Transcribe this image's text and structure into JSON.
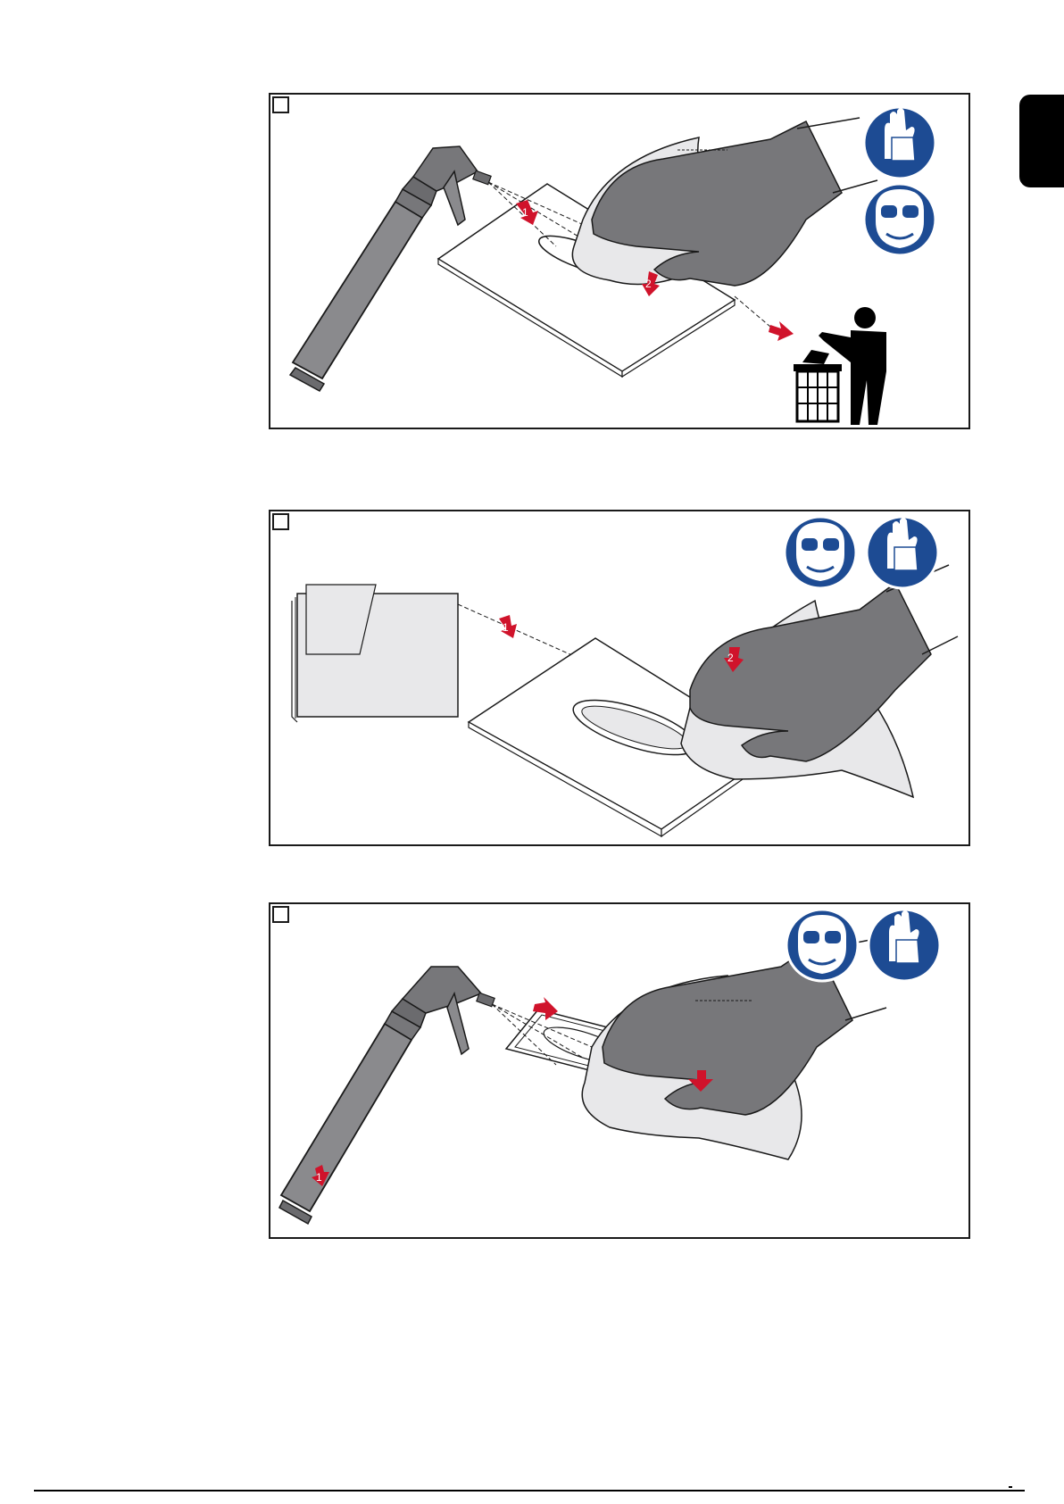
{
  "colors": {
    "glove": "#77777a",
    "glove_dark": "#555559",
    "cloth": "#e8e8ea",
    "bottle": "#8a8a8d",
    "arrow": "#d0132b",
    "safety_blue": "#1d4b93",
    "frame": "#1a1a1a"
  },
  "panels": [
    {
      "id": "step-1",
      "safety_icons": [
        "gloves-icon",
        "goggles-icon"
      ],
      "arrow_labels": [
        "1",
        "2"
      ]
    },
    {
      "id": "step-2",
      "safety_icons": [
        "goggles-icon",
        "gloves-icon"
      ],
      "arrow_labels": [
        "1",
        "2"
      ]
    },
    {
      "id": "step-3",
      "safety_icons": [
        "goggles-icon",
        "gloves-icon"
      ],
      "arrow_labels": [
        "1"
      ]
    }
  ]
}
